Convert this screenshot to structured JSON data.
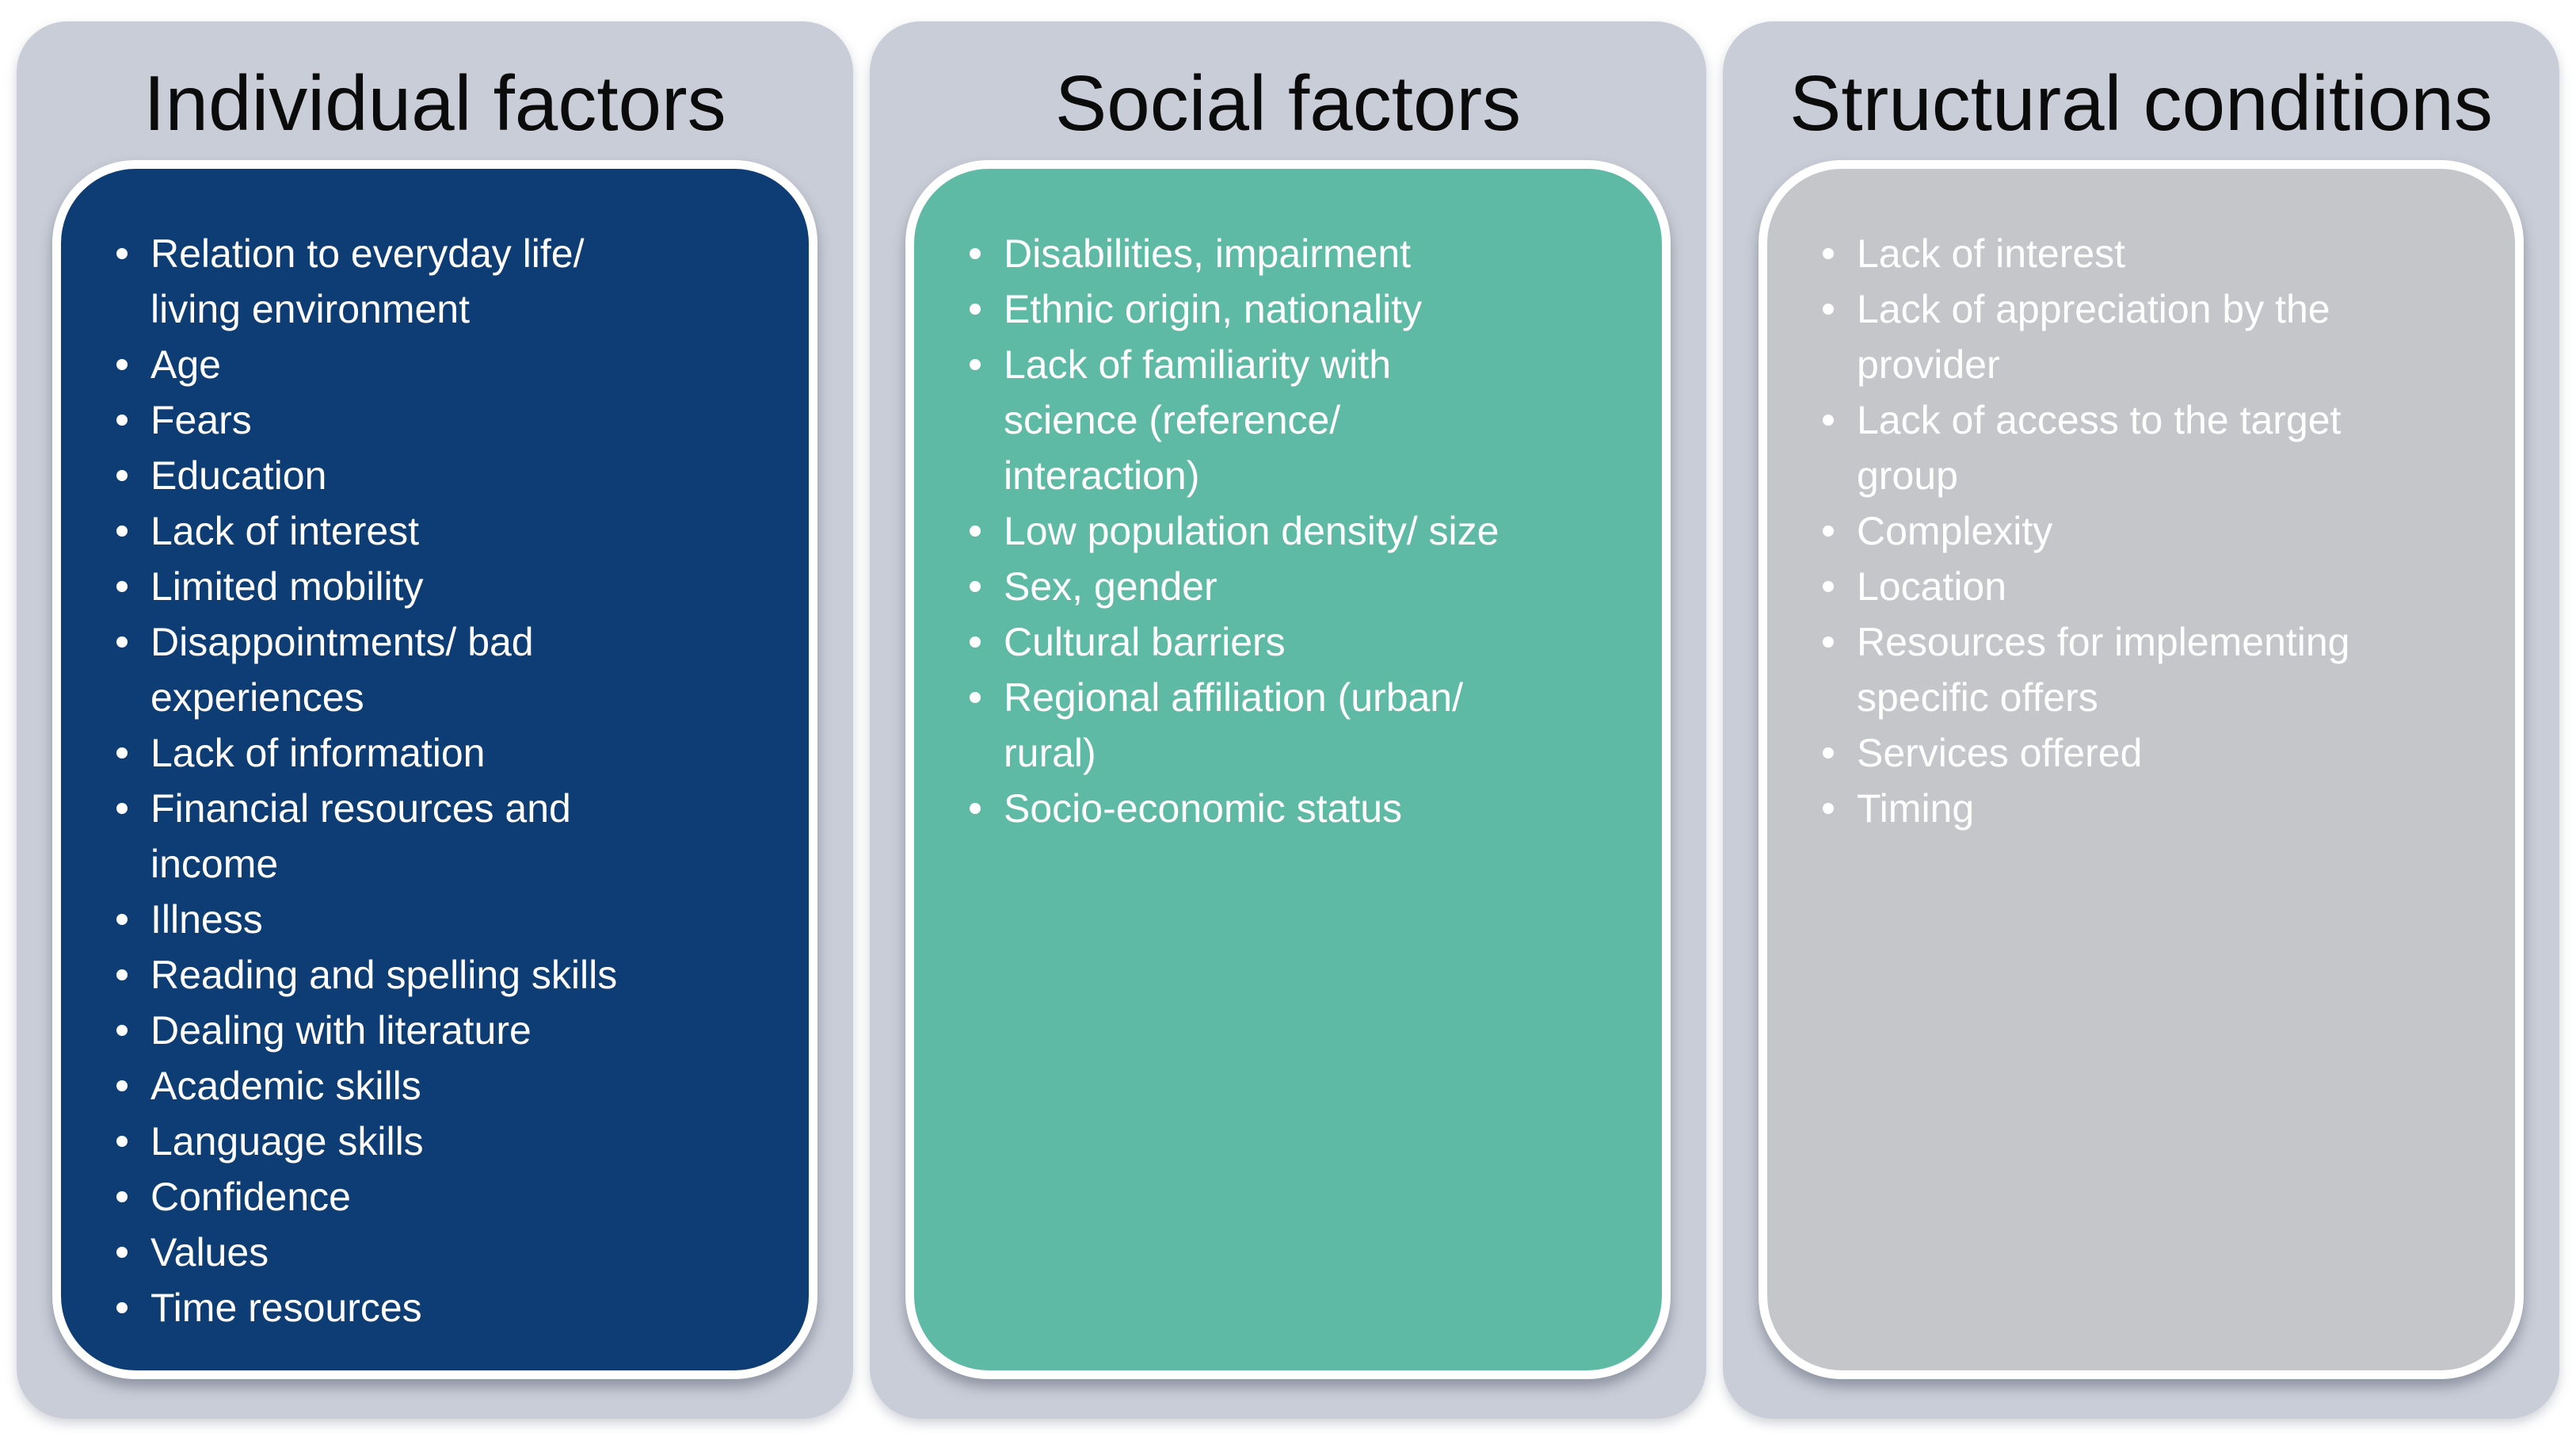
{
  "colors": {
    "page_background": "#ffffff",
    "panel_shell": "#c9cdd7",
    "individual_box": "#0e3c74",
    "social_box": "#5fbaa5",
    "structural_box": "#c5c6c9",
    "title_text": "#0b0b0b",
    "list_text": "#ffffff"
  },
  "panels": [
    {
      "title": "Individual factors",
      "box_color": "#0e3c74",
      "items": [
        "Relation to everyday life/\nliving environment",
        "Age",
        "Fears",
        "Education",
        "Lack of interest",
        "Limited mobility",
        "Disappointments/ bad\nexperiences",
        "Lack of information",
        "Financial resources and\nincome",
        "Illness",
        "Reading and spelling skills",
        "Dealing with literature",
        "Academic skills",
        "Language skills",
        "Confidence",
        "Values",
        "Time resources"
      ]
    },
    {
      "title": "Social factors",
      "box_color": "#5fbaa5",
      "items": [
        "Disabilities, impairment",
        "Ethnic origin, nationality",
        "Lack of familiarity with\nscience (reference/\ninteraction)",
        "Low population density/ size",
        "Sex, gender",
        "Cultural barriers",
        "Regional affiliation (urban/\nrural)",
        "Socio-economic status"
      ]
    },
    {
      "title": "Structural conditions",
      "box_color": "#c5c6c9",
      "items": [
        "Lack of interest",
        "Lack of appreciation by the\nprovider",
        "Lack of access to the target\ngroup",
        "Complexity",
        "Location",
        "Resources for implementing\nspecific offers",
        "Services offered",
        "Timing"
      ]
    }
  ]
}
